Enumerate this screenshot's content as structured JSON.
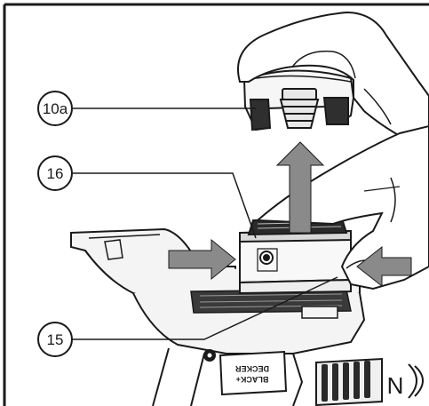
{
  "callouts": {
    "spool_cap": "10a",
    "spool_housing": "16",
    "release_tab": "15"
  },
  "brand": {
    "line1": "BLACK+",
    "line2": "DECKER"
  },
  "knob_label": "N",
  "colors": {
    "background": "#ffffff",
    "line": "#1a1a1a",
    "arrow_fill": "#8a8a8a",
    "body_fill": "#f2f2f2",
    "shade_dark": "#3a3a3a",
    "frame": "#1a1a1a"
  },
  "icons": [
    "up-arrow-icon",
    "left-arrow-icon",
    "right-arrow-icon"
  ]
}
